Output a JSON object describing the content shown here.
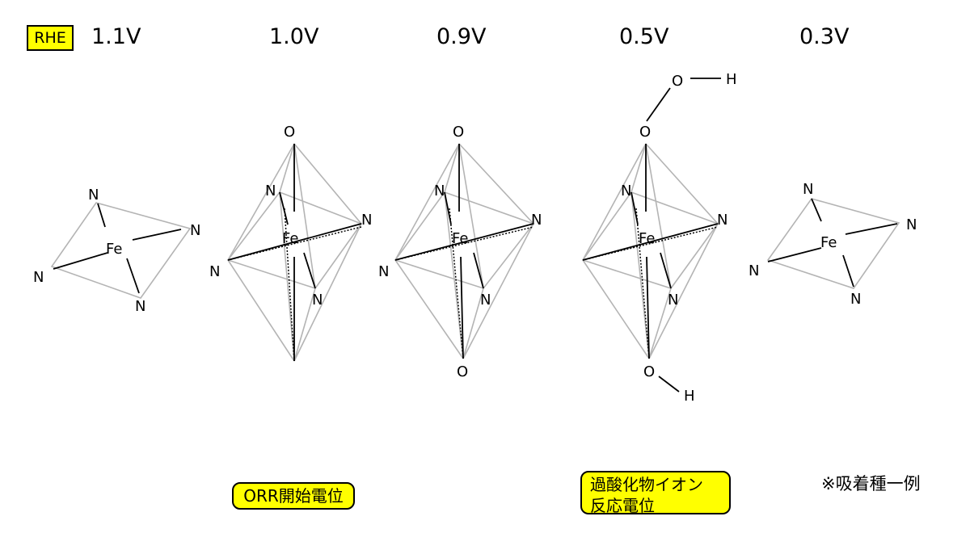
{
  "header": {
    "reference_label": "RHE",
    "potentials": [
      "1.1V",
      "1.0V",
      "0.9V",
      "0.5V",
      "0.3V"
    ]
  },
  "atoms": {
    "fe": "Fe",
    "n": "N",
    "o": "O",
    "h": "H"
  },
  "annotations": {
    "orr_onset": "ORR開始電位",
    "peroxide_line1": "過酸化物イオン",
    "peroxide_line2": "反応電位",
    "adsorbate_note": "※吸着種一例"
  },
  "colors": {
    "highlight": "#ffff00",
    "bond": "#000000",
    "frame": "#b4b4b4"
  }
}
